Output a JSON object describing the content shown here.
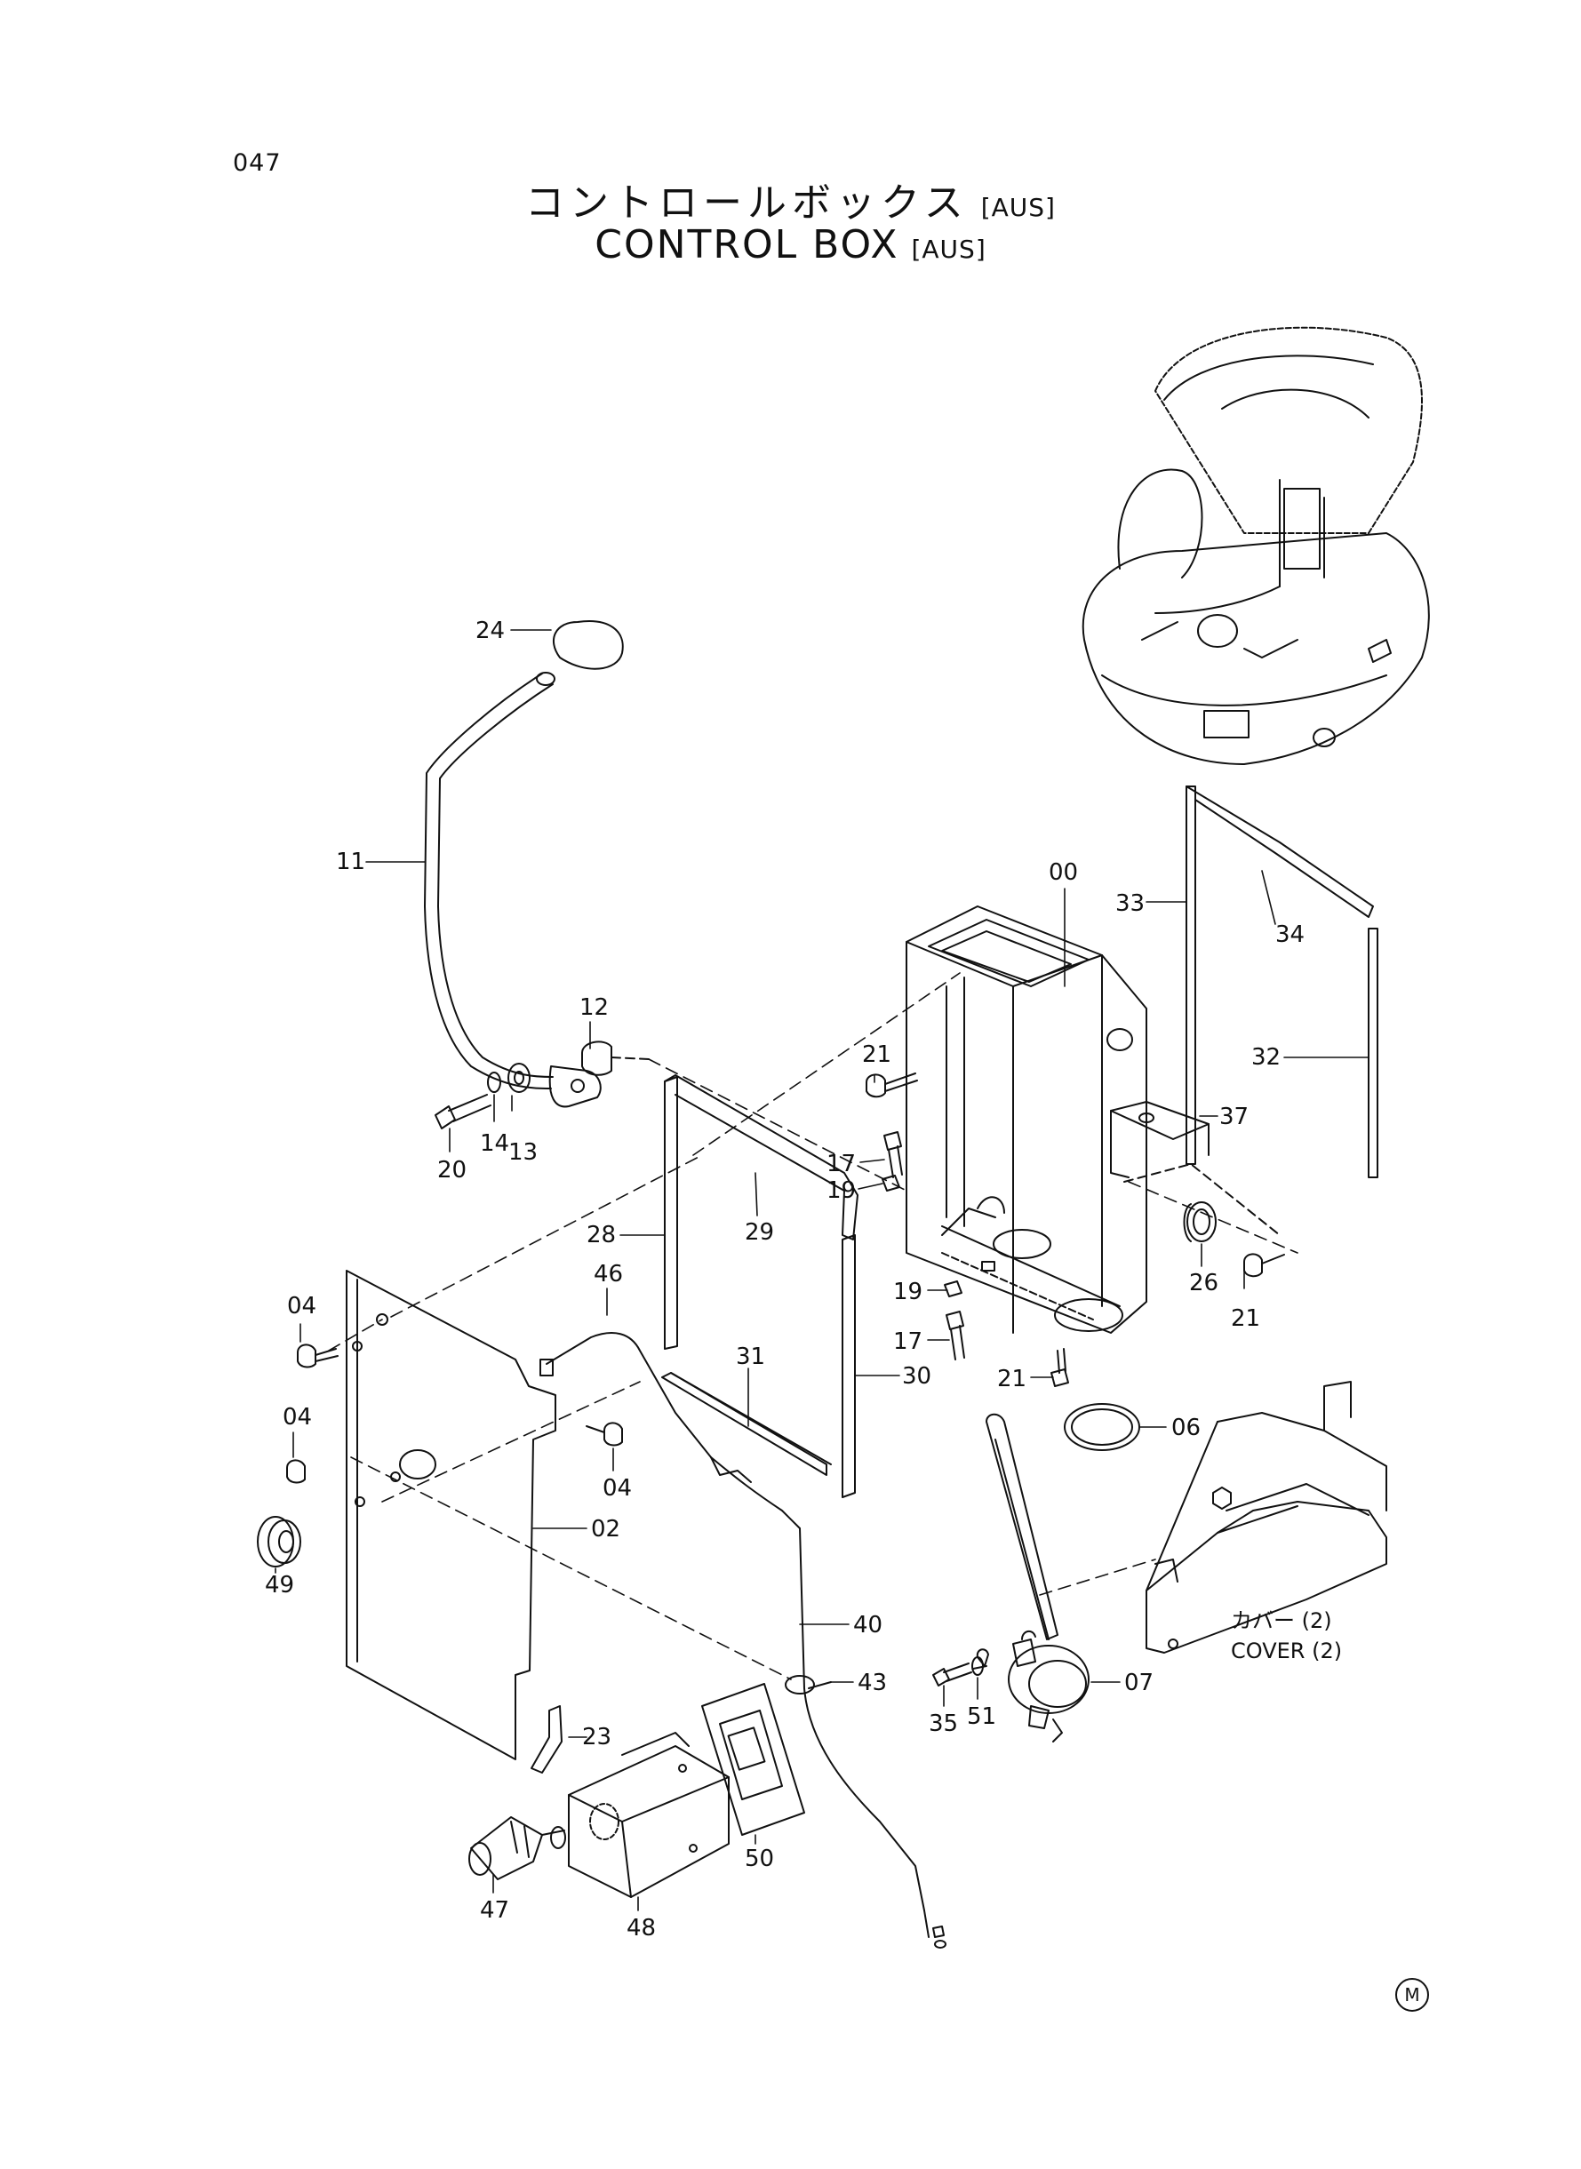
{
  "page_number": "047",
  "title": {
    "jp": "コントロールボックス",
    "jp_tag": "[AUS]",
    "en": "CONTROL BOX",
    "en_tag": "[AUS]"
  },
  "cover_label": {
    "jp": "カバー (2)",
    "en": "COVER (2)"
  },
  "part_labels": {
    "p00": "00",
    "p02": "02",
    "p04a": "04",
    "p04b": "04",
    "p04c": "04",
    "p06": "06",
    "p07": "07",
    "p11": "11",
    "p12": "12",
    "p13": "13",
    "p14": "14",
    "p17a": "17",
    "p17b": "17",
    "p19a": "19",
    "p19b": "19",
    "p20": "20",
    "p21a": "21",
    "p21b": "21",
    "p21c": "21",
    "p23": "23",
    "p24": "24",
    "p26": "26",
    "p28": "28",
    "p29": "29",
    "p30": "30",
    "p31": "31",
    "p32": "32",
    "p33": "33",
    "p34": "34",
    "p35": "35",
    "p37": "37",
    "p40": "40",
    "p43": "43",
    "p46": "46",
    "p47": "47",
    "p48": "48",
    "p49": "49",
    "p50": "50",
    "p51": "51"
  },
  "corner_mark": "M"
}
